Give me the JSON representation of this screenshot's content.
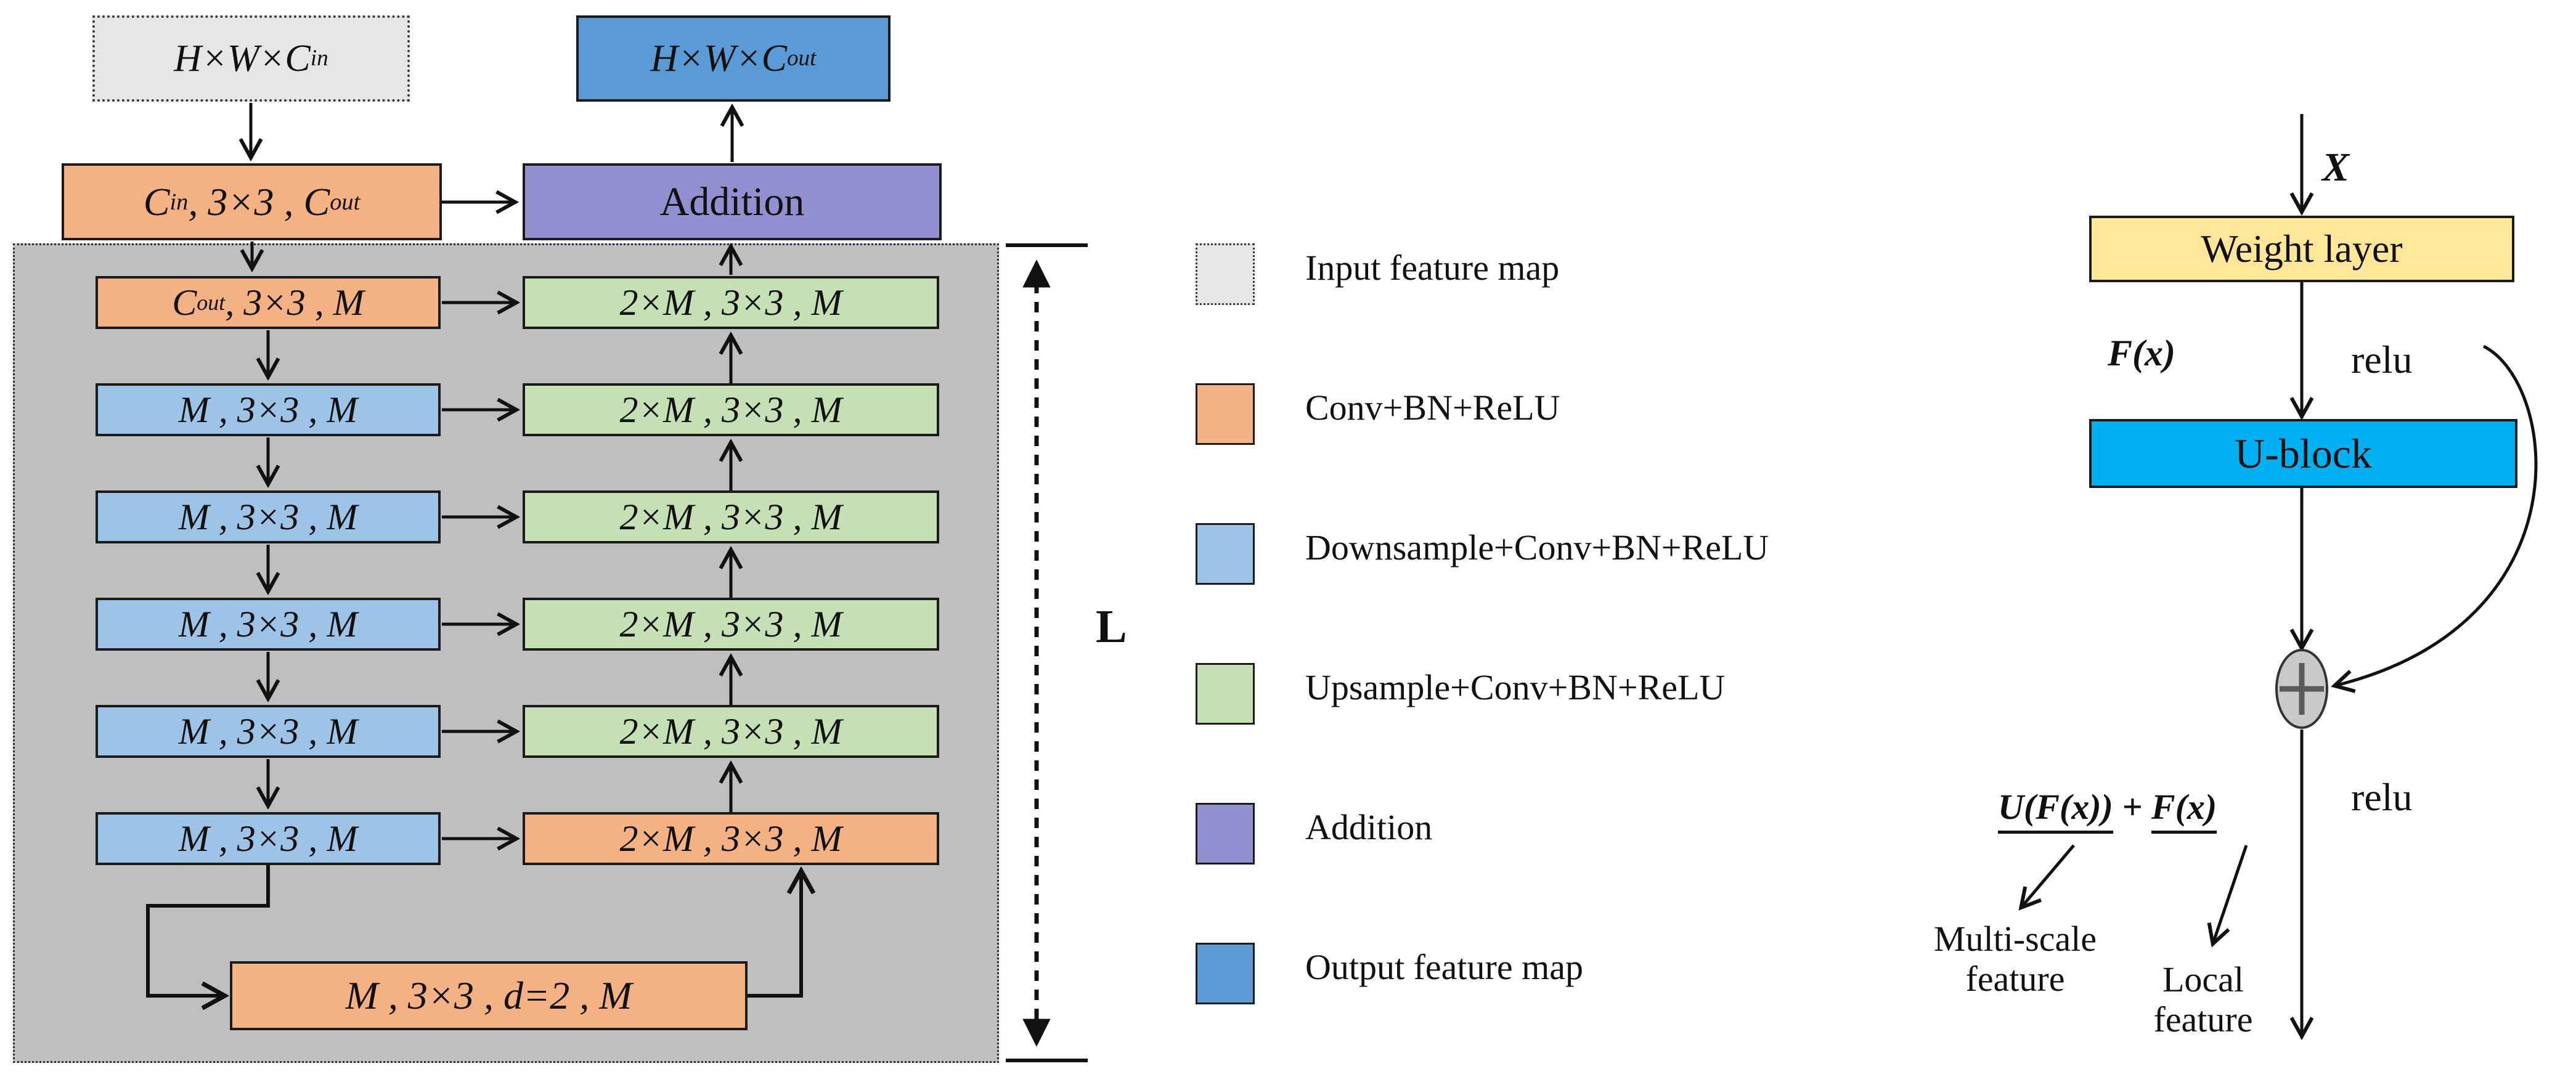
{
  "left_diagram": {
    "input_box": "H×W×C<sub>in</sub>",
    "output_box": "H×W×C<sub>out</sub>",
    "entry_conv": "C<sub>in</sub> , 3×3 , C<sub>out</sub>",
    "addition_label": "Addition",
    "encoder_rows": [
      "C<sub>out</sub> , 3×3 , M",
      "M , 3×3 , M",
      "M , 3×3 , M",
      "M , 3×3 , M",
      "M , 3×3 , M",
      "M , 3×3 , M"
    ],
    "decoder_rows": [
      "2×M , 3×3 , M",
      "2×M , 3×3 , M",
      "2×M , 3×3 , M",
      "2×M , 3×3 , M",
      "2×M , 3×3 , M",
      "2×M , 3×3 , M"
    ],
    "dilated_box": "M , 3×3 , d=2 , M",
    "depth_label": "L"
  },
  "legend": {
    "items": [
      {
        "key": "input",
        "label": "Input feature map"
      },
      {
        "key": "conv",
        "label": "Conv+BN+ReLU"
      },
      {
        "key": "downsample",
        "label": "Downsample+Conv+BN+ReLU"
      },
      {
        "key": "upsample",
        "label": "Upsample+Conv+BN+ReLU"
      },
      {
        "key": "addition",
        "label": "Addition"
      },
      {
        "key": "output",
        "label": "Output feature map"
      }
    ]
  },
  "right_diagram": {
    "x_label": "X",
    "weight_layer": "Weight layer",
    "fx_label": "F(x)",
    "relu_top": "relu",
    "ublock": "U-block",
    "plus_sign": "+",
    "relu_bottom": "relu",
    "sum_u_term": "U(F(x))",
    "sum_plus": "+",
    "sum_f_term": "F(x)",
    "multiscale_line1": "Multi-scale",
    "multiscale_line2": "feature",
    "local_line1": "Local",
    "local_line2": "feature"
  },
  "colors": {
    "conv_bn_relu": "#F4B183",
    "downsample": "#9DC3E6",
    "upsample": "#C5E0B4",
    "addition": "#9290CE",
    "output_feature_map": "#5B9BD5",
    "input_feature_map": "#E7E6E6",
    "panel_background": "#BFBFBF",
    "weight_layer": "#FFE699",
    "u_block": "#00B0F0",
    "plus_node": "#C9C9C9"
  }
}
